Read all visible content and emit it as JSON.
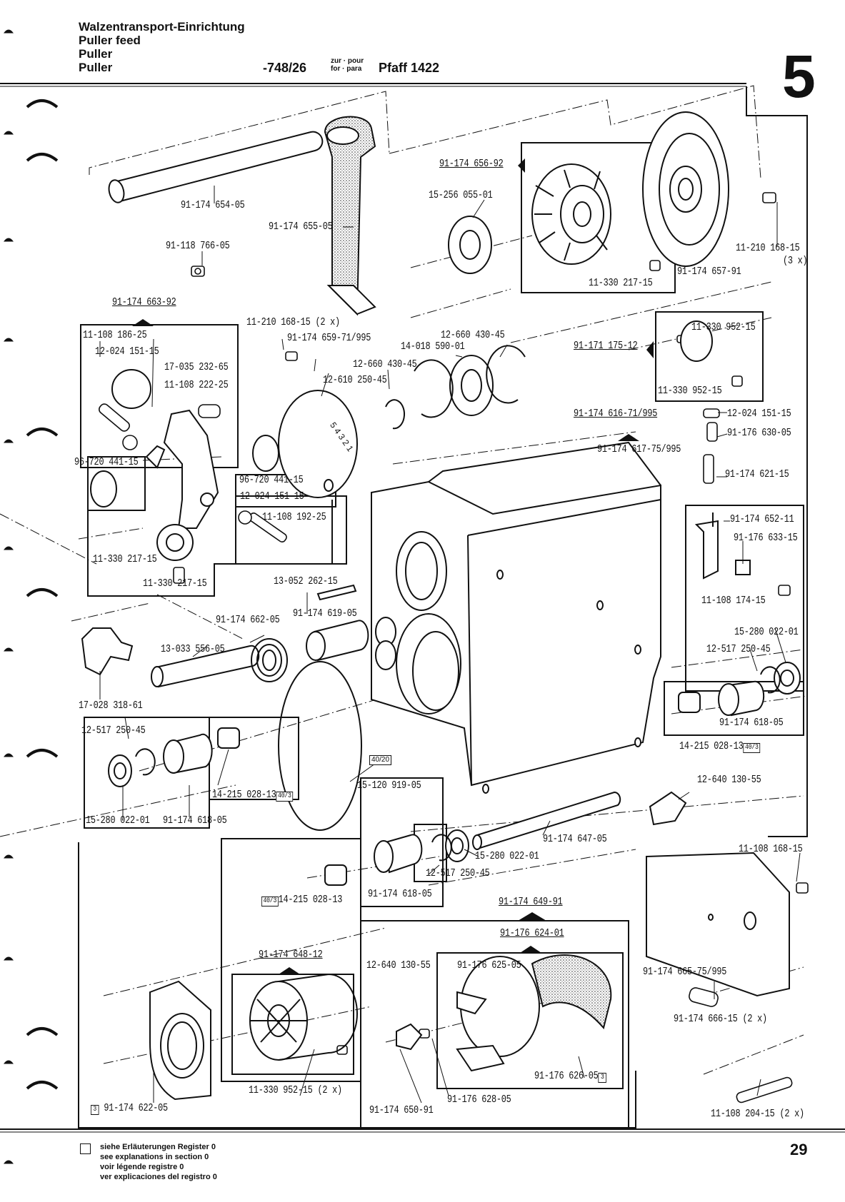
{
  "header": {
    "title_de": "Walzentransport-Einrichtung",
    "title_en": "Puller feed",
    "title_fr": "Puller",
    "title_es": "Puller",
    "code": "-748/26",
    "zur_pour": "zur · pour",
    "for_para": "for · para",
    "model": "Pfaff 1422",
    "section_number": "5"
  },
  "parts": [
    "91-174 654-05",
    "91-174 655-05",
    "91-118 766-05",
    "91-174 663-92",
    "11-108 186-25",
    "12-024 151-15",
    "17-035 232-65",
    "11-108 222-25",
    "96-720 441-15",
    "11-330 217-15",
    "11-330 217-15",
    "11-210 168-15 (2 x)",
    "91-174 659-71/995",
    "12-610 250-45",
    "12-660 430-45",
    "14-018 590-01",
    "12-660 430-45",
    "96-720 441-15",
    "12-024 151-15",
    "11-108 192-25",
    "91-174 656-92",
    "15-256 055-01",
    "11-330 217-15",
    "91-174 657-91",
    "11-210 168-15",
    "(3 x)",
    "91-171 175-12",
    "11-330 952-15",
    "11-330 952-15",
    "91-174 616-71/995",
    "12-024 151-15",
    "91-176 630-05",
    "91-174 617-75/995",
    "91-174 621-15",
    "91-174 652-11",
    "91-176 633-15",
    "11-108 174-15",
    "15-280 022-01",
    "12-517 250-45",
    "91-174 618-05",
    "14-215 028-13",
    "13-052 262-15",
    "91-174 619-05",
    "91-174 662-05",
    "13-033 556-05",
    "17-028 318-61",
    "12-517 250-45",
    "15-280 022-01",
    "91-174 618-05",
    "14-215 028-13",
    "15-120 919-05",
    "12-640 130-55",
    "91-174 647-05",
    "15-280 022-01",
    "12-517 250-45",
    "14-215 028-13",
    "91-174 618-05",
    "91-174 649-91",
    "91-176 624-01",
    "11-108 168-15",
    "91-174 648-12",
    "12-640 130-55",
    "91-176 625-05",
    "91-174 665-75/995",
    "91-174 666-15 (2 x)",
    "11-330 952-15 (2 x)",
    "91-174 622-05",
    "91-176 626-05",
    "91-176 628-05",
    "91-174 650-91",
    "11-108 204-15 (2 x)"
  ],
  "refs": {
    "r4073": "40/3",
    "r4020": "40/20",
    "r3": "3"
  },
  "dial_marks": "5 4 3 2 1",
  "footer": {
    "line1": "siehe Erläuterungen Register 0",
    "line2": "see explanations in section 0",
    "line3": "voir légende registre 0",
    "line4": "ver explicaciones del registro 0",
    "page_number": "29"
  }
}
